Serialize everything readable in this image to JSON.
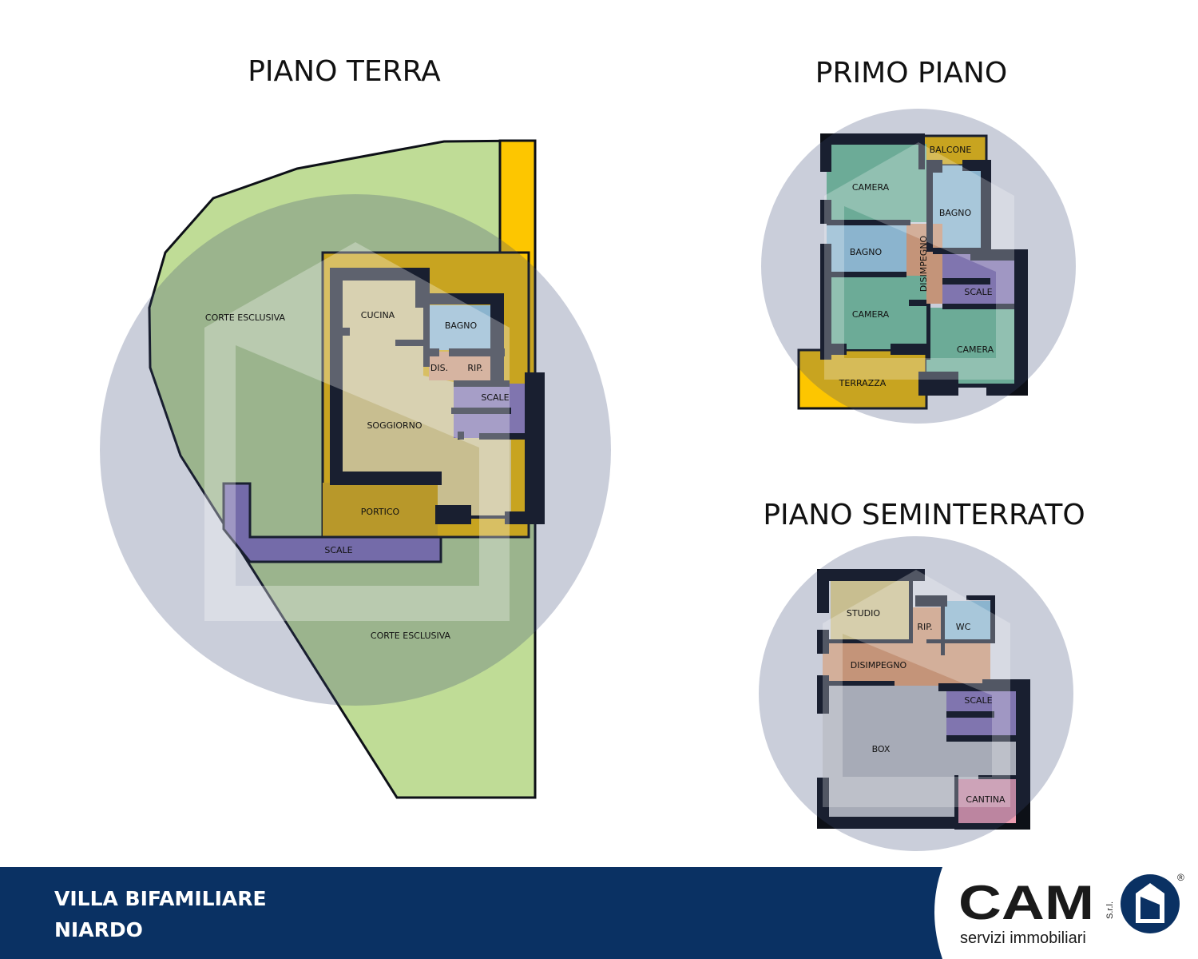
{
  "titles": {
    "ground": "PIANO TERRA",
    "first": "PRIMO PIANO",
    "basement": "PIANO SEMINTERRATO"
  },
  "ground_rooms": {
    "corte1": "CORTE ESCLUSIVA",
    "corte2": "CORTE ESCLUSIVA",
    "cucina": "CUCINA",
    "bagno": "BAGNO",
    "dis": "DIS.",
    "rip": "RIP.",
    "scale": "SCALE",
    "soggiorno": "SOGGIORNO",
    "portico": "PORTICO",
    "scale_ext": "SCALE"
  },
  "first_rooms": {
    "balcone": "BALCONE",
    "camera1": "CAMERA",
    "bagno1": "BAGNO",
    "bagno2": "BAGNO",
    "disimpegno": "DISIMPEGNO",
    "scale": "SCALE",
    "camera2": "CAMERA",
    "camera3": "CAMERA",
    "terrazza": "TERRAZZA"
  },
  "basement_rooms": {
    "studio": "STUDIO",
    "rip": "RIP.",
    "wc": "WC",
    "disimpegno": "DISIMPEGNO",
    "scale": "SCALE",
    "box": "BOX",
    "cantina": "CANTINA"
  },
  "footer": {
    "line1": "VILLA BIFAMILIARE",
    "line2": "NIARDO"
  },
  "logo": {
    "name": "CAM",
    "suffix": "S.r.l.",
    "tagline": "servizi immobiliari",
    "registered": "®"
  },
  "colors": {
    "footer_bg": "#0a3163",
    "wall": "#0d1017",
    "green": "#bfdc96",
    "yellow": "#fdc600"
  }
}
